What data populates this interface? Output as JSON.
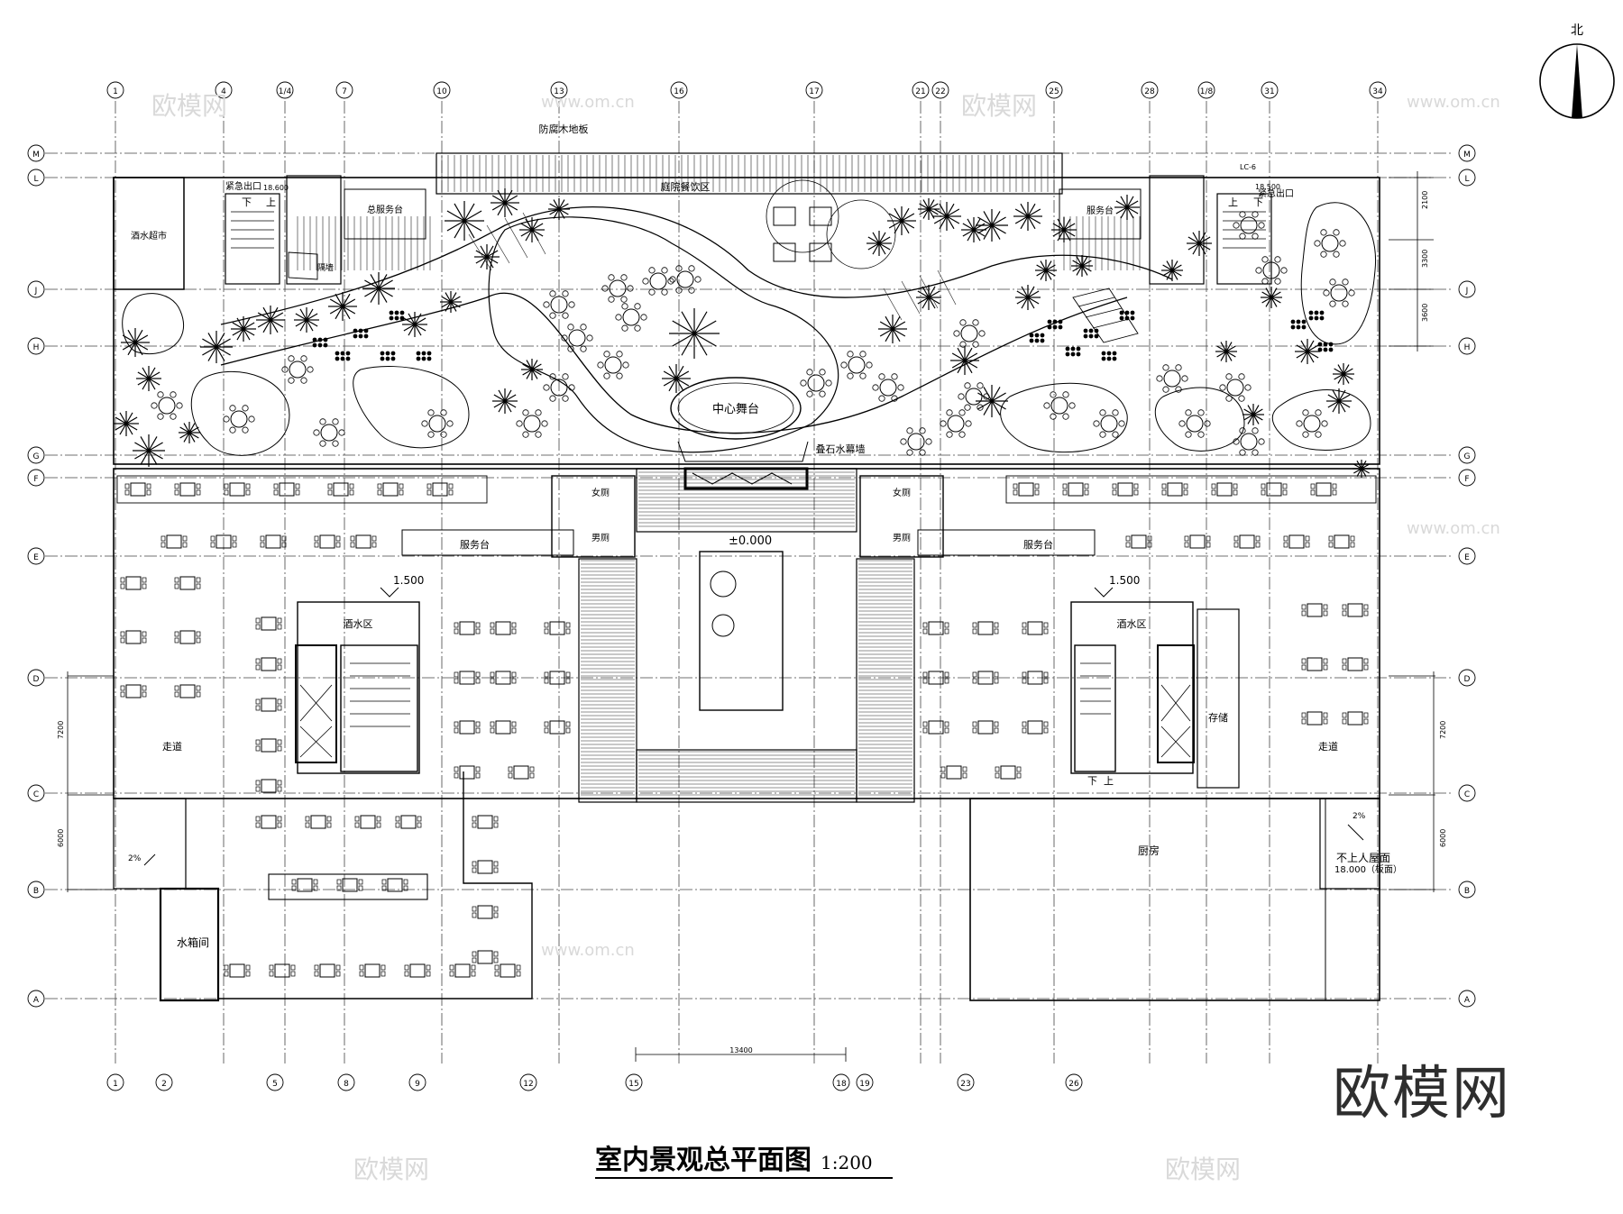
{
  "title": "室内景观总平面图",
  "scale": "1:200",
  "north_label": "北",
  "brand_watermark": "欧模网",
  "site_watermark": "www.om.cn",
  "grid_axes_top": [
    "1",
    "4",
    "1/4",
    "7",
    "10",
    "13",
    "16",
    "17",
    "21",
    "22",
    "25",
    "28",
    "1/8",
    "31",
    "34"
  ],
  "grid_axes_bottom": [
    "1",
    "2",
    "5",
    "8",
    "9",
    "12",
    "15",
    "18",
    "19",
    "23",
    "26"
  ],
  "grid_rows": [
    "M",
    "L",
    "J",
    "H",
    "G",
    "F",
    "E",
    "D",
    "C",
    "B",
    "A"
  ],
  "labels": {
    "wood_floor": "防腐木地板",
    "garden_dining": "庭院餐饮区",
    "center_stage": "中心舞台",
    "waterfall": "叠石水幕墙",
    "wine_market": "酒水超市",
    "emergency_exit": "紧急出口",
    "main_service": "总服务台",
    "service_desk": "服务台",
    "female_wc": "女厕",
    "male_wc": "男厕",
    "bar_area": "酒水区",
    "corridor": "走道",
    "kitchen": "厨房",
    "storage": "存储",
    "water_tank": "水箱间",
    "no_access_roof": "不上人屋面",
    "roof_elev": "18.000（板面）",
    "elev_zero": "±0.000",
    "elev_1500": "1.500",
    "elev_18600": "18.600",
    "elev_18500": "18.500",
    "up": "上",
    "down": "下",
    "slope_2pct": "2%",
    "lc6": "LC-6",
    "partition": "隔墙"
  },
  "dimensions": {
    "span_13400": "13400",
    "dim_2100": "2100",
    "dim_3300": "3300",
    "dim_3600": "3600",
    "dim_7200": "7200",
    "dim_6000": "6000"
  }
}
